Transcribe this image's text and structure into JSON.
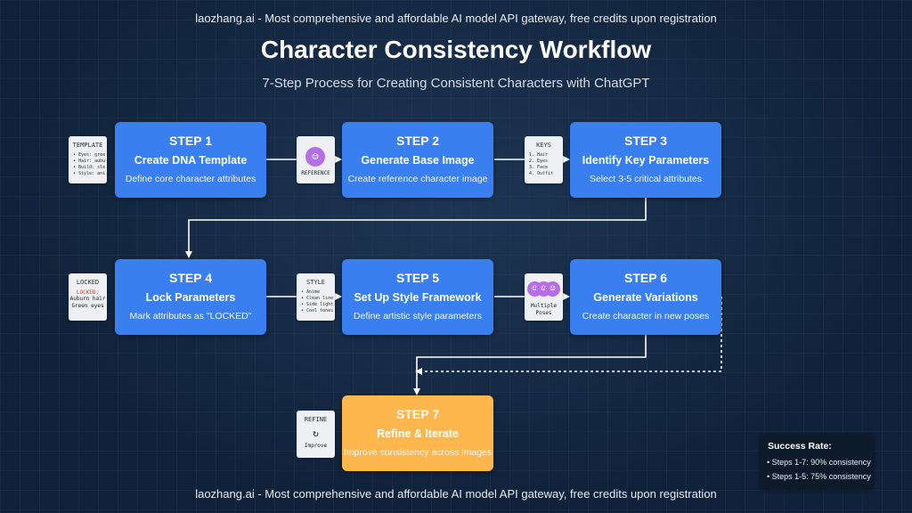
{
  "header": {
    "banner": "laozhang.ai - Most comprehensive and affordable AI model API gateway, free credits upon registration",
    "title": "Character Consistency Workflow",
    "subtitle": "7-Step Process for Creating Consistent Characters with ChatGPT"
  },
  "footer": {
    "banner": "laozhang.ai - Most comprehensive and affordable AI model API gateway, free credits upon registration"
  },
  "steps": [
    {
      "label": "STEP 1",
      "name": "Create DNA Template",
      "desc": "Define core character attributes"
    },
    {
      "label": "STEP 2",
      "name": "Generate Base Image",
      "desc": "Create reference character image"
    },
    {
      "label": "STEP 3",
      "name": "Identify Key Parameters",
      "desc": "Select 3-5 critical attributes"
    },
    {
      "label": "STEP 4",
      "name": "Lock Parameters",
      "desc": "Mark attributes as \"LOCKED\""
    },
    {
      "label": "STEP 5",
      "name": "Set Up Style Framework",
      "desc": "Define artistic style parameters"
    },
    {
      "label": "STEP 6",
      "name": "Generate Variations",
      "desc": "Create character in new poses"
    },
    {
      "label": "STEP 7",
      "name": "Refine & Iterate",
      "desc": "Improve consistency across images"
    }
  ],
  "cards": {
    "template": {
      "title": "TEMPLATE",
      "items": [
        "• Eyes: gree",
        "• Hair: aubu",
        "• Build: sle",
        "• Style: ani"
      ]
    },
    "reference": {
      "label": "REFERENCE",
      "icon": "smiling-face-icon"
    },
    "keys": {
      "title": "KEYS",
      "items": [
        "1. Hair",
        "2. Eyes",
        "3. Face",
        "4. Outfit"
      ]
    },
    "locked": {
      "title": "LOCKED",
      "tag": "LOCKED:",
      "items": [
        "Auburn hair",
        "Green eyes"
      ]
    },
    "style": {
      "title": "STYLE",
      "items": [
        "• Anime",
        "• Clean line",
        "• Side light",
        "• Cool tones"
      ]
    },
    "poses": {
      "line1": "Multiple",
      "line2": "Poses",
      "icon": "smiling-face-icon"
    },
    "refine": {
      "title": "REFINE",
      "icon": "↻",
      "label": "Improve"
    }
  },
  "success": {
    "title": "Success Rate:",
    "line1": "• Steps 1-7: 90% consistency",
    "line2": "• Steps 1-5: 75% consistency"
  },
  "colors": {
    "background": "#10223a",
    "step": "#3a7ff0",
    "final_step": "#fdb74d",
    "face": "#b46fe6",
    "locked_tag": "#e8442a"
  }
}
